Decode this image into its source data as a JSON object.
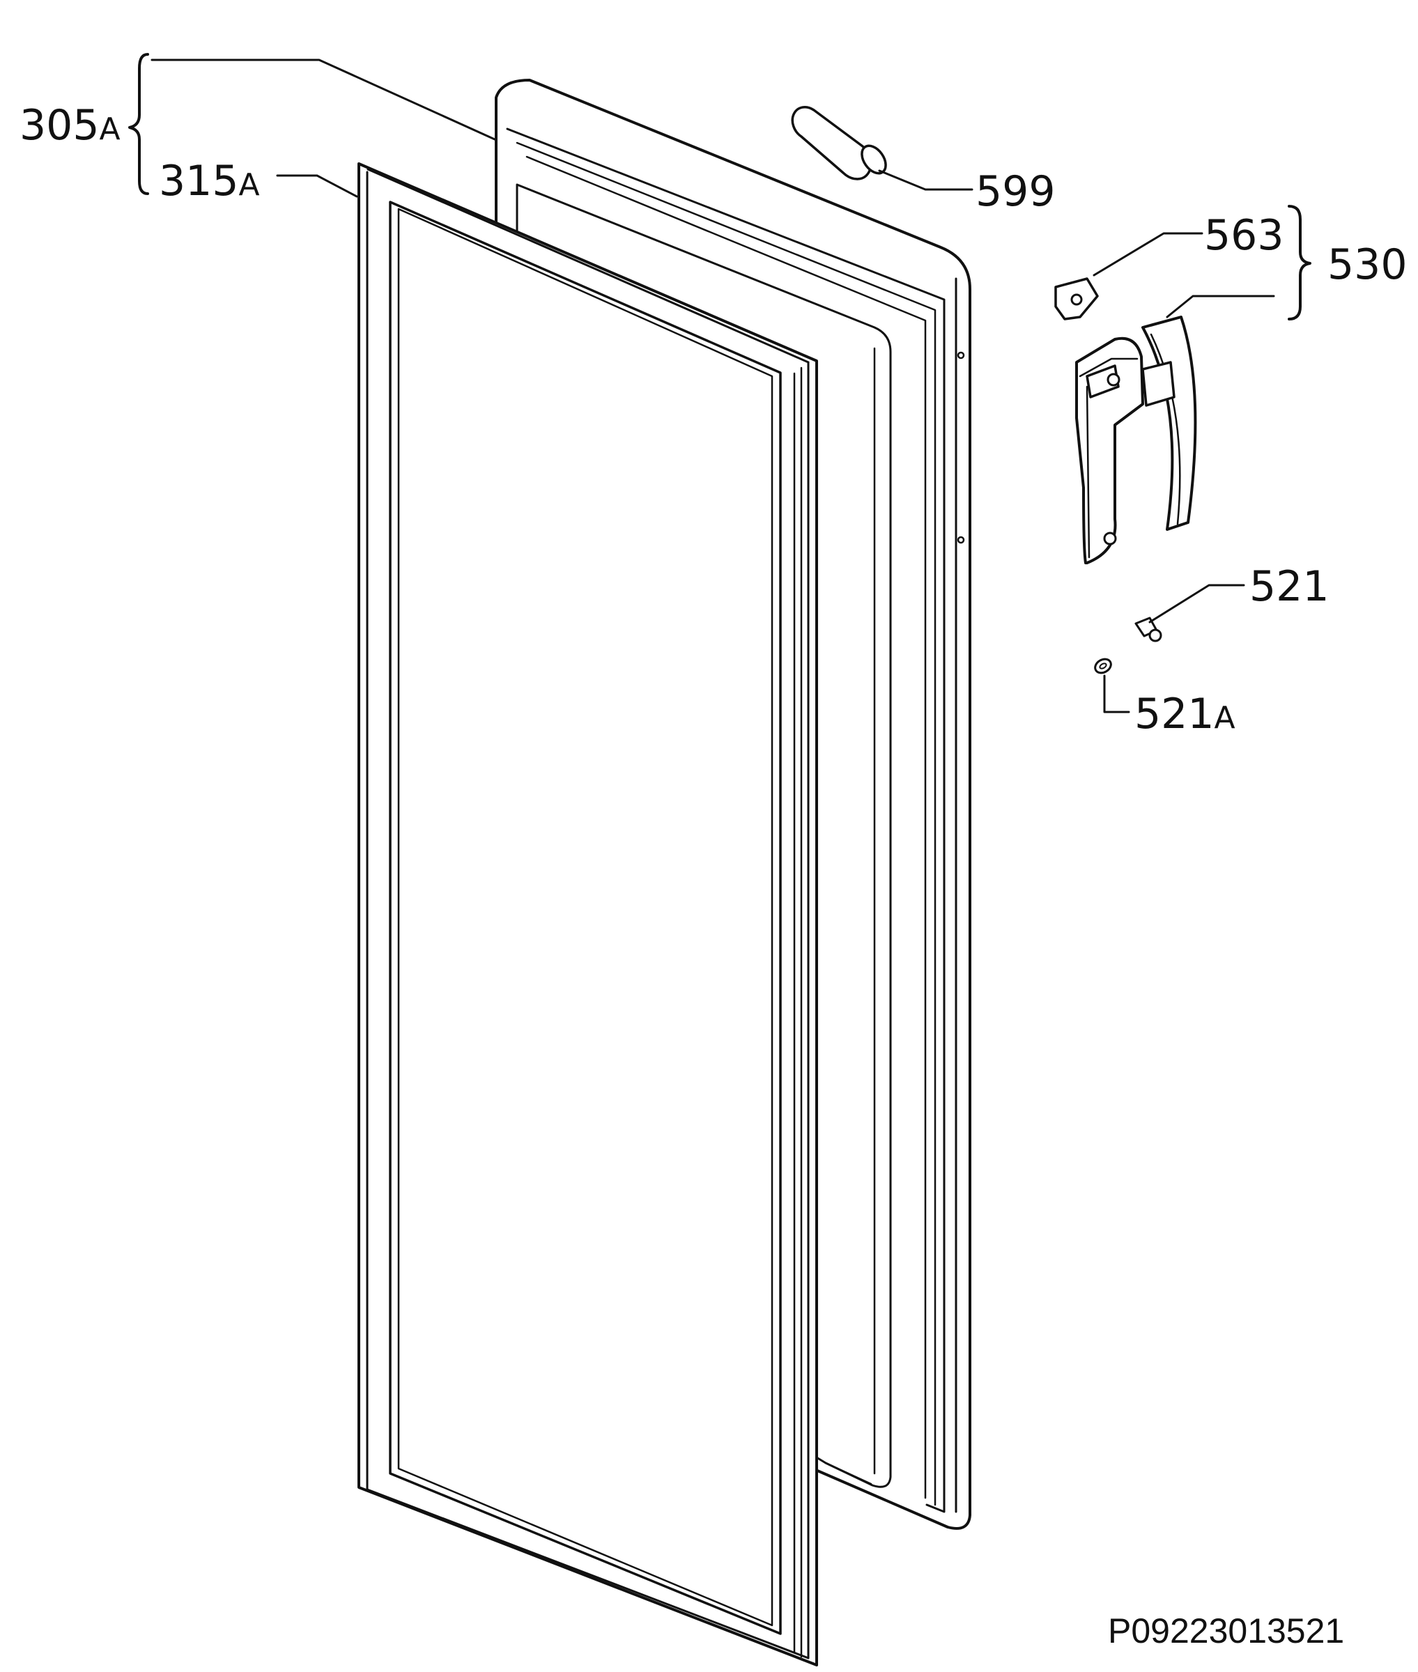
{
  "labels": {
    "door_assembly": {
      "number": "305",
      "suffix": "A"
    },
    "gasket": {
      "number": "315",
      "suffix": "A"
    },
    "part_599": "599",
    "part_563": "563",
    "handle_kit": "530",
    "screw": "521",
    "washer": {
      "number": "521",
      "suffix": "A"
    }
  },
  "drawing_code": "P09223013521",
  "colors": {
    "ink": "#111111",
    "paper": "#ffffff",
    "part_fill": "#ffffff"
  }
}
